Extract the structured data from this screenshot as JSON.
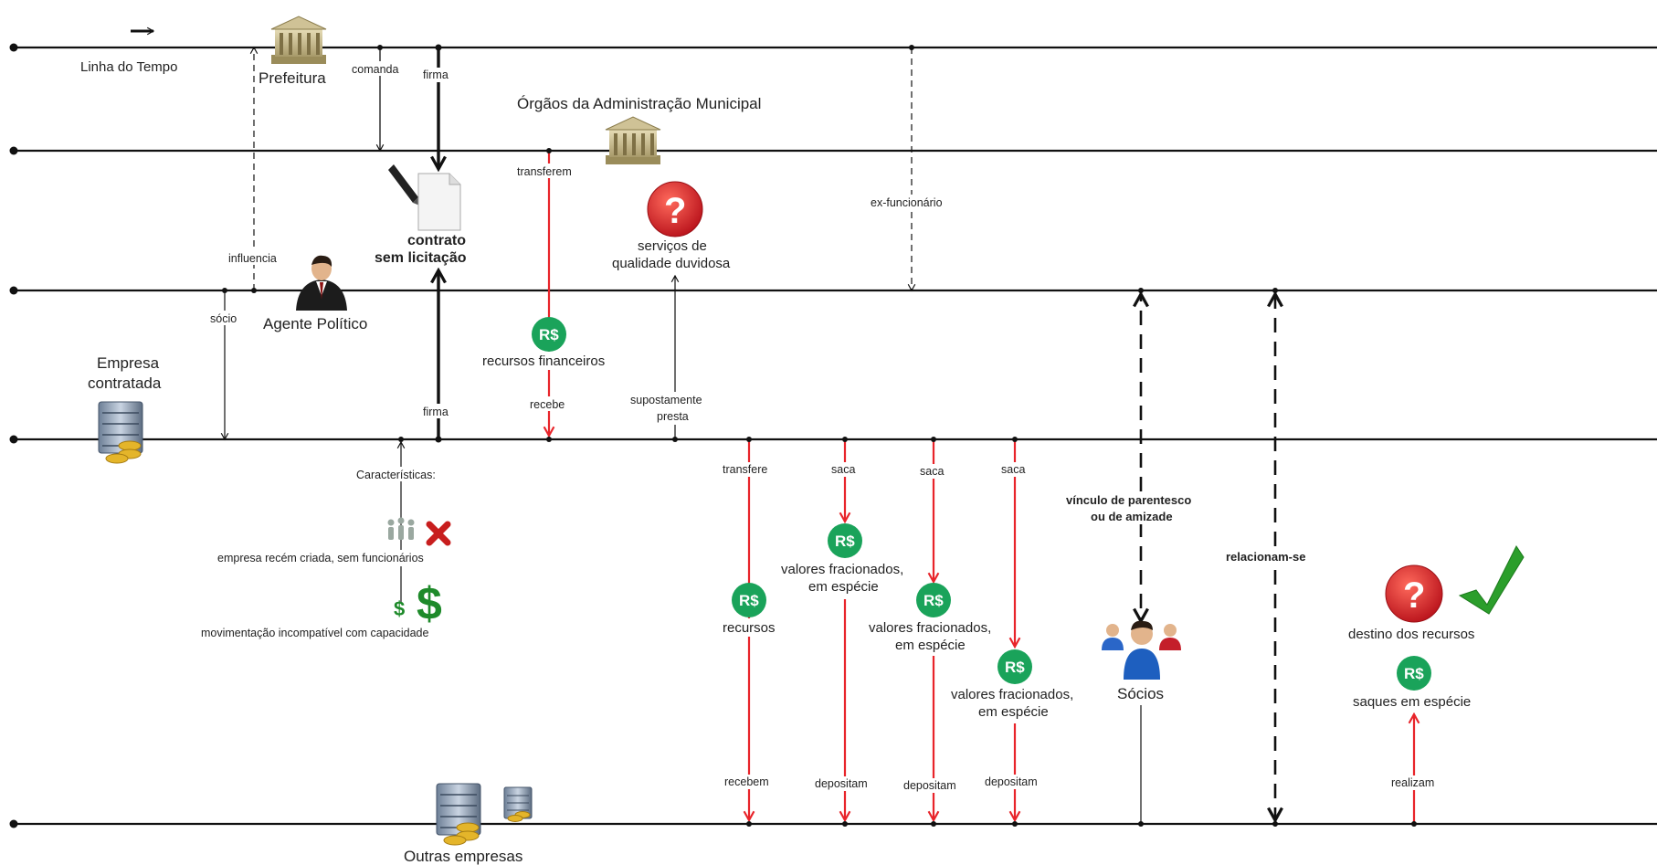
{
  "lanes": {
    "timeline": "Linha do Tempo",
    "prefeitura": "Prefeitura",
    "orgaos": "Órgãos da Administração Municipal",
    "agente": "Agente Político",
    "empresa_l1": "Empresa",
    "empresa_l2": "contratada",
    "outras": "Outras empresas"
  },
  "contract": {
    "line1": "contrato",
    "line2": "sem licitação"
  },
  "edges": {
    "comanda": "comanda",
    "firma_top": "firma",
    "firma_bottom": "firma",
    "influencia": "influencia",
    "socio": "sócio",
    "transferem": "transferem",
    "recebe": "recebe",
    "ex_funcionario": "ex-funcionário",
    "supostamente": "supostamente",
    "presta": "presta",
    "caracteristicas": "Características:",
    "transfere": "transfere",
    "saca_1": "saca",
    "saca_2": "saca",
    "saca_3": "saca",
    "recebem": "recebem",
    "depositam_1": "depositam",
    "depositam_2": "depositam",
    "depositam_3": "depositam",
    "vinculo_l1": "vínculo de parentesco",
    "vinculo_l2": "ou de amizade",
    "relacionam": "relacionam-se",
    "realizam": "realizam"
  },
  "nodes": {
    "recursos_financeiros": "recursos financeiros",
    "servicos_l1": "serviços de",
    "servicos_l2": "qualidade duvidosa",
    "empresa_recem": "empresa recém criada, sem funcionários",
    "movimentacao": "movimentação incompatível com capacidade",
    "recursos": "recursos",
    "valores_l1": "valores fracionados,",
    "valores_l2": "em espécie",
    "socios": "Sócios",
    "destino": "destino dos recursos",
    "saques": "saques em espécie"
  },
  "symbols": {
    "reais": "R$",
    "question": "?",
    "dollar": "$"
  },
  "colors": {
    "line": "#111111",
    "money_arrow": "#e8242a",
    "money_badge": "#1aa35a",
    "question_badge": "#d21f1f",
    "x_mark": "#c81e1e",
    "check": "#2b9e2b"
  }
}
